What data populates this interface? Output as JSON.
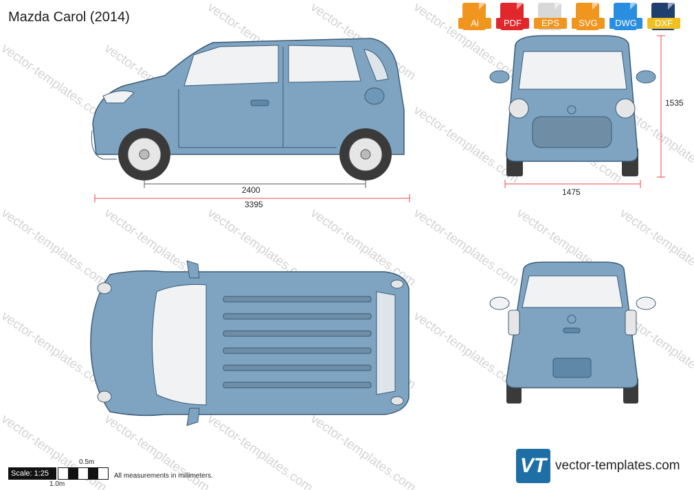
{
  "title": "Mazda Carol (2014)",
  "formats": [
    {
      "label": "Ai",
      "color": "#f0961e"
    },
    {
      "label": "PDF",
      "color": "#e0272b"
    },
    {
      "label": "EPS",
      "color": "#d8d8d8"
    },
    {
      "label": "SVG",
      "color": "#f0961e"
    },
    {
      "label": "DWG",
      "color": "#2a8ee0"
    },
    {
      "label": "DXF",
      "color": "#1f3f6e"
    }
  ],
  "watermark_text": "vector-templates.com",
  "dimensions": {
    "wheelbase": "2400",
    "length": "3395",
    "width": "1475",
    "height": "1535"
  },
  "scale": {
    "label": "Scale: 1:25",
    "small_mark": "0.5m",
    "large_mark": "1.0m"
  },
  "note": "All measurements in millimeters.",
  "brand": {
    "logo_text": "VT",
    "site": "vector-templates.com"
  },
  "colors": {
    "body": "#7ea4c2",
    "body_dark": "#5f87a8",
    "glass": "#f0f2f4",
    "tire": "#3a3a3a",
    "dim_line": "#e8474a"
  }
}
